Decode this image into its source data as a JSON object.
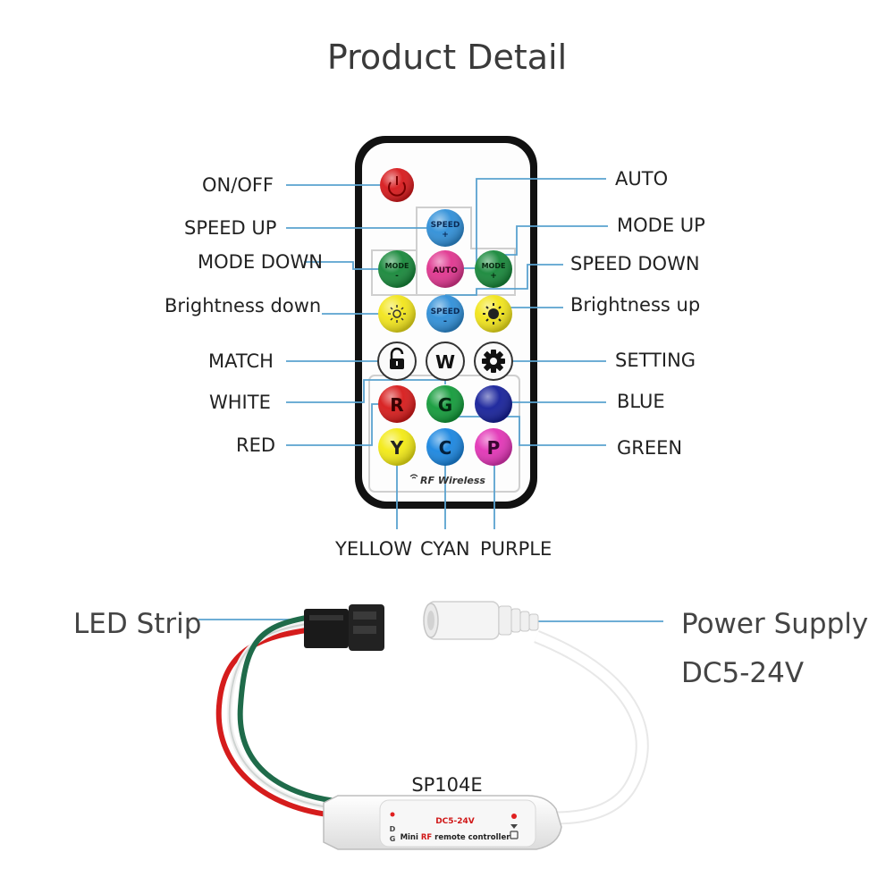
{
  "title": "Product Detail",
  "labels": {
    "on_off": "ON/OFF",
    "speed_up": "SPEED UP",
    "mode_down": "MODE DOWN",
    "brightness_down": "Brightness down",
    "match": "MATCH",
    "white": "WHITE",
    "red": "RED",
    "auto": "AUTO",
    "mode_up": "MODE UP",
    "speed_down": "SPEED DOWN",
    "brightness_up": "Brightness up",
    "setting": "SETTING",
    "blue": "BLUE",
    "green": "GREEN",
    "yellow": "YELLOW",
    "cyan": "CYAN",
    "purple": "PURPLE"
  },
  "remote": {
    "btn_speed_up": [
      "SPEED",
      "+"
    ],
    "btn_mode_down": [
      "MODE",
      "-"
    ],
    "btn_auto": "AUTO",
    "btn_mode_up": [
      "MODE",
      "+"
    ],
    "btn_speed_down": [
      "SPEED",
      "-"
    ],
    "btn_w": "W",
    "btn_r": "R",
    "btn_g": "G",
    "btn_y": "Y",
    "btn_c": "C",
    "btn_p": "P",
    "footer": "RF Wireless"
  },
  "controller": {
    "led_strip": "LED Strip",
    "power_supply": "Power Supply",
    "voltage": "DC5-24V",
    "model": "SP104E",
    "body_voltage": "DC5-24V",
    "body_text_a": "Mini ",
    "body_text_rf": "RF",
    "body_text_b": " remote controller",
    "pin_d": "D",
    "pin_g": "G"
  },
  "colors": {
    "leader_line": "#5aa2cf",
    "onoff": "#d7191c",
    "speed": "#2f8fd8",
    "mode": "#17883a",
    "auto": "#e0358f",
    "brightness": "#f2e51a",
    "red": "#d71a1a",
    "green": "#129b3a",
    "blue": "#16209a",
    "yellow": "#f3ea14",
    "cyan": "#1a86e0",
    "purple": "#e234b6"
  }
}
